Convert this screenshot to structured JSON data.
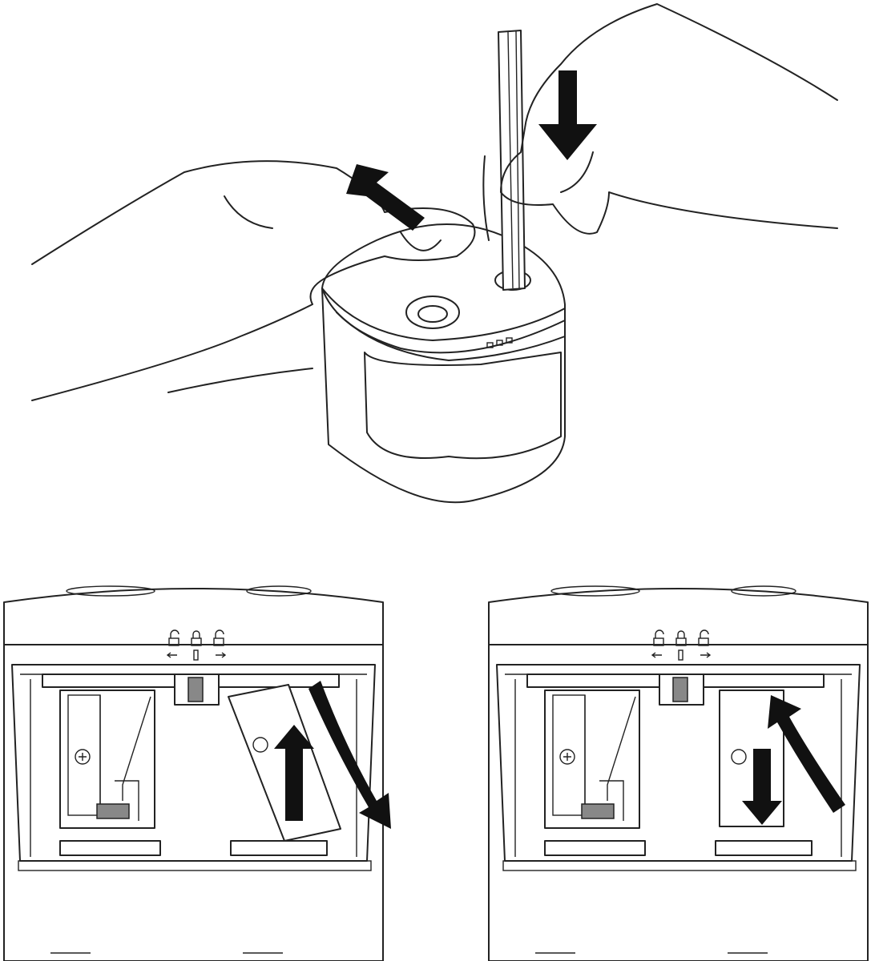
{
  "figure": {
    "subject": "pencil-sharpener-instructions",
    "panels": [
      {
        "id": "top",
        "icons": [
          "hand-left-icon",
          "hand-right-icon",
          "arrow-up-left-icon",
          "arrow-down-icon",
          "pencil-icon",
          "sharpener-icon",
          "lock-icons"
        ]
      },
      {
        "id": "bottom-left",
        "icons": [
          "lock-icons",
          "battery-door-icon",
          "arrow-up-icon",
          "arrow-curve-out-icon"
        ]
      },
      {
        "id": "bottom-right",
        "icons": [
          "lock-icons",
          "battery-door-icon",
          "arrow-down-icon",
          "arrow-curve-in-icon"
        ]
      }
    ]
  },
  "colors": {
    "line": "#222222",
    "arrow": "#111111",
    "latch": "#888888",
    "background": "#ffffff"
  }
}
